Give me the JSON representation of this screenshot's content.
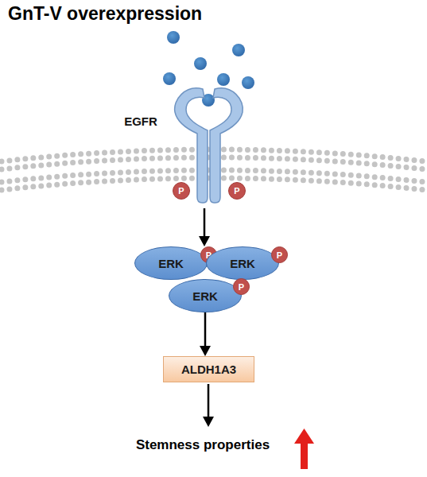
{
  "diagram": {
    "title": "GnT-V overexpression",
    "nodes": [
      {
        "text": [
          "EGFR"
        ]
      },
      {
        "text": [
          "P"
        ],
        "in": 0
      },
      {
        "text": [
          "P"
        ],
        "in": 0
      },
      {
        "text": [
          "ERK"
        ]
      },
      {
        "text": [
          "P"
        ],
        "in": 3
      },
      {
        "text": [
          "ERK"
        ]
      },
      {
        "text": [
          "P"
        ],
        "in": 5
      },
      {
        "text": [
          "ERK"
        ]
      },
      {
        "text": [
          "P"
        ],
        "in": 7
      },
      {
        "text": [
          "ALDH1A3"
        ]
      }
    ],
    "edges": [
      {
        "from": 0,
        "to": 3,
        "arrow": "to"
      },
      {
        "from": 7,
        "to": 9,
        "arrow": "to"
      }
    ],
    "labels": [
      "Stemness properties"
    ]
  }
}
